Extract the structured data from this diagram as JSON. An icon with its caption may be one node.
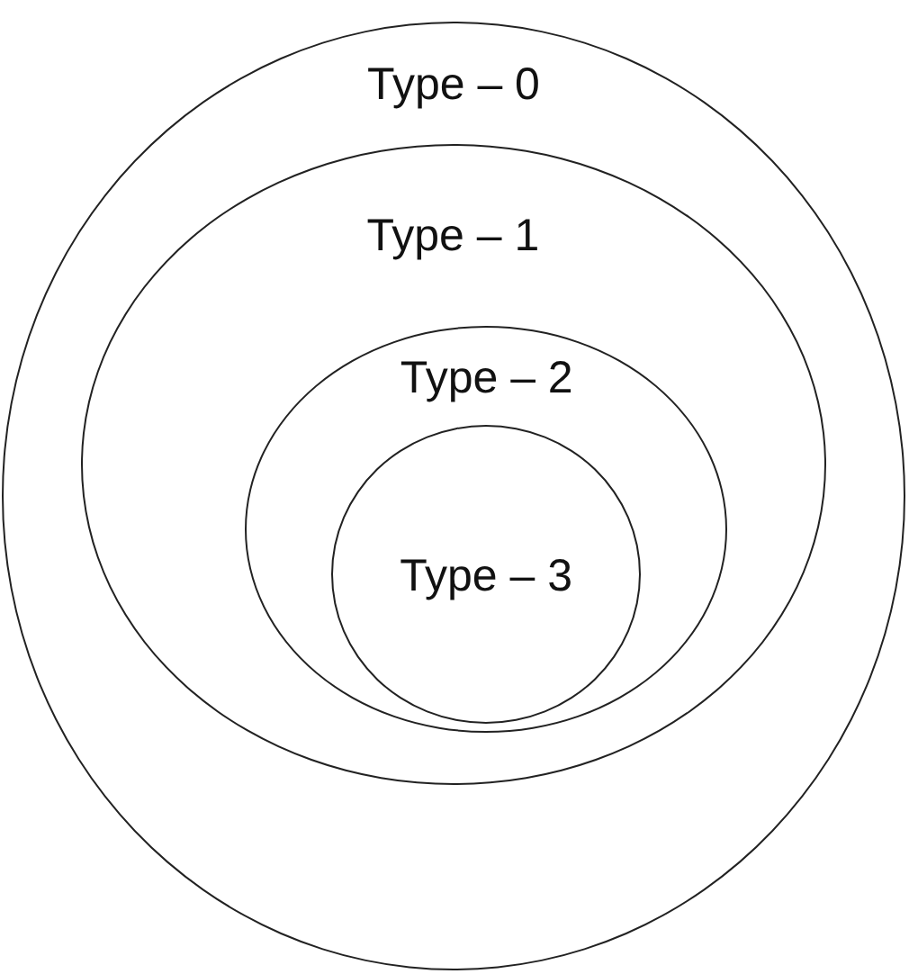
{
  "diagram": {
    "nodes": [
      {
        "text": [
          "Type – 0"
        ]
      },
      {
        "text": [
          "Type – 1"
        ],
        "in": 0
      },
      {
        "text": [
          "Type – 2"
        ],
        "in": 1
      },
      {
        "text": [
          "Type – 3"
        ],
        "in": 2
      }
    ]
  }
}
